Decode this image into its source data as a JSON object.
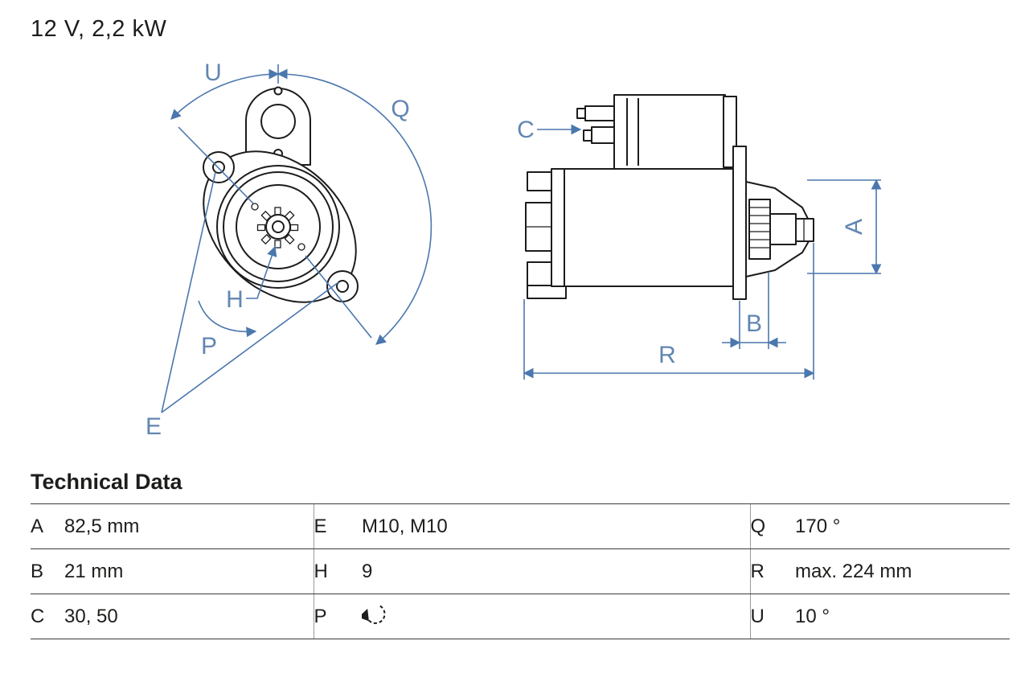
{
  "title": "12 V, 2,2 kW",
  "drawing": {
    "labels": {
      "u": "U",
      "q": "Q",
      "h": "H",
      "p": "P",
      "e": "E",
      "c": "C",
      "a": "A",
      "b": "B",
      "r": "R"
    },
    "colors": {
      "dimension_blue": "#4a77ad",
      "label_blue": "#6286b2",
      "part_black": "#1c1c1c"
    }
  },
  "table": {
    "heading": "Technical Data",
    "rows": [
      {
        "k1": "A",
        "v1": "82,5 mm",
        "k2": "E",
        "v2": "M10, M10",
        "k3": "Q",
        "v3": "170 °"
      },
      {
        "k1": "B",
        "v1": "21 mm",
        "k2": "H",
        "v2": "9",
        "k3": "R",
        "v3": "max. 224 mm"
      },
      {
        "k1": "C",
        "v1": "30, 50",
        "k2": "P",
        "v2": "",
        "k3": "U",
        "v3": "10 °"
      }
    ],
    "p_value_icon": "counterclockwise-rotation-icon"
  }
}
